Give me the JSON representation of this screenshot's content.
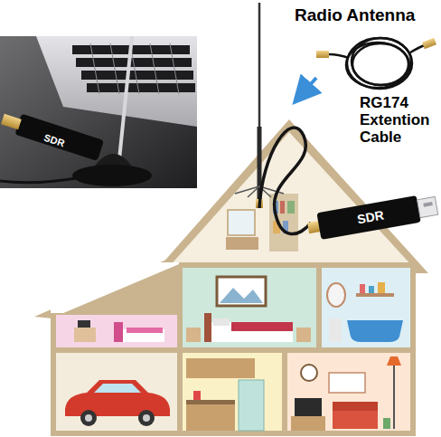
{
  "diagram": {
    "labels": [
      "Radio Antenna",
      "RG174 Extention Cable",
      "SDR",
      "SDR"
    ]
  }
}
